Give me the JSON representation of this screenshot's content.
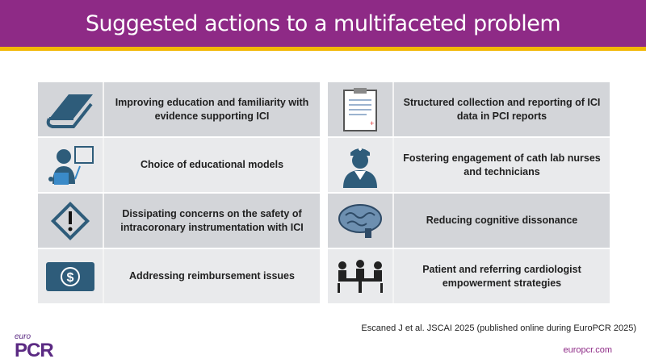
{
  "title": "Suggested actions  to a multifaceted problem",
  "left_items": [
    {
      "icon": "book-icon",
      "label": "Improving education and familiarity with evidence supporting ICI"
    },
    {
      "icon": "teacher-icon",
      "label": "Choice of educational models"
    },
    {
      "icon": "warning-diamond-icon",
      "label": "Dissipating concerns on the safety of intracoronary instrumentation with ICI"
    },
    {
      "icon": "dollar-bill-icon",
      "label": "Addressing reimbursement issues"
    }
  ],
  "right_items": [
    {
      "icon": "clipboard-report-icon",
      "label": "Structured collection and reporting of ICI data in PCI reports"
    },
    {
      "icon": "nurse-icon",
      "label": "Fostering engagement of cath lab nurses and technicians"
    },
    {
      "icon": "brain-icon",
      "label": "Reducing cognitive dissonance"
    },
    {
      "icon": "meeting-icon",
      "label": "Patient and referring cardiologist empowerment strategies"
    }
  ],
  "citation": "Escaned J et al. JSCAI 2025 (published online during EuroPCR 2025)",
  "website": "europcr.com",
  "logo": {
    "small": "euro",
    "big": "PCR"
  },
  "colors": {
    "header": "#8e2a86",
    "accent": "#f2b705",
    "icon": "#2e5c7a"
  }
}
